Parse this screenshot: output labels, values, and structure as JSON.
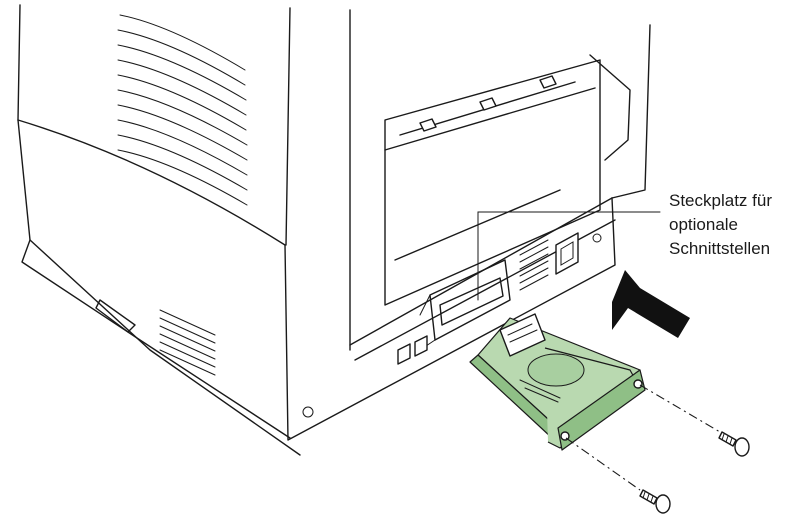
{
  "callout": {
    "lines": [
      "Steckplatz für",
      "optionale",
      "Schnittstellen"
    ]
  },
  "icons": {
    "insert_arrow": "insert-direction-arrow-icon",
    "screw": "screw-icon"
  },
  "colors": {
    "interface_card": "#b9d9b0",
    "line": "#1a1a1a",
    "insert_arrow": "#111111"
  }
}
